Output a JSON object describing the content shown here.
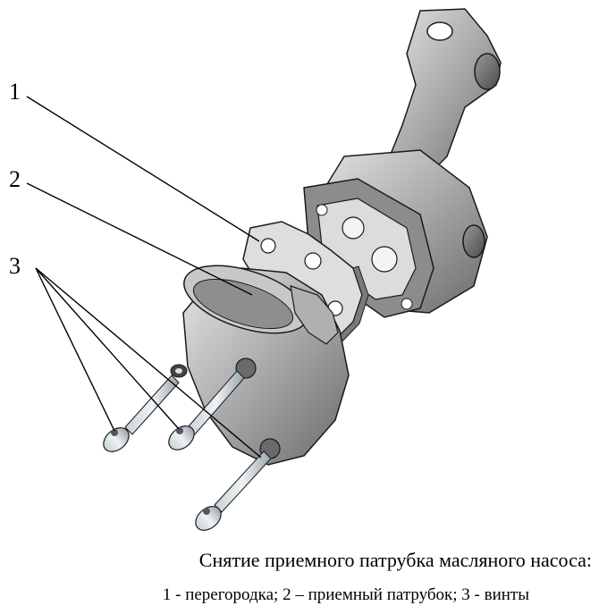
{
  "callouts": [
    {
      "id": "1",
      "label": "1"
    },
    {
      "id": "2",
      "label": "2"
    },
    {
      "id": "3",
      "label": "3"
    }
  ],
  "caption": {
    "title": "Снятие приемного патрубка масляного насоса:",
    "legend": "1 - перегородка; 2 – приемный патрубок; 3 - винты"
  },
  "colors": {
    "metal_light": "#d9d9d9",
    "metal_mid": "#a6a6a6",
    "metal_dark": "#5e5e5e",
    "outline": "#1a1a1a"
  }
}
